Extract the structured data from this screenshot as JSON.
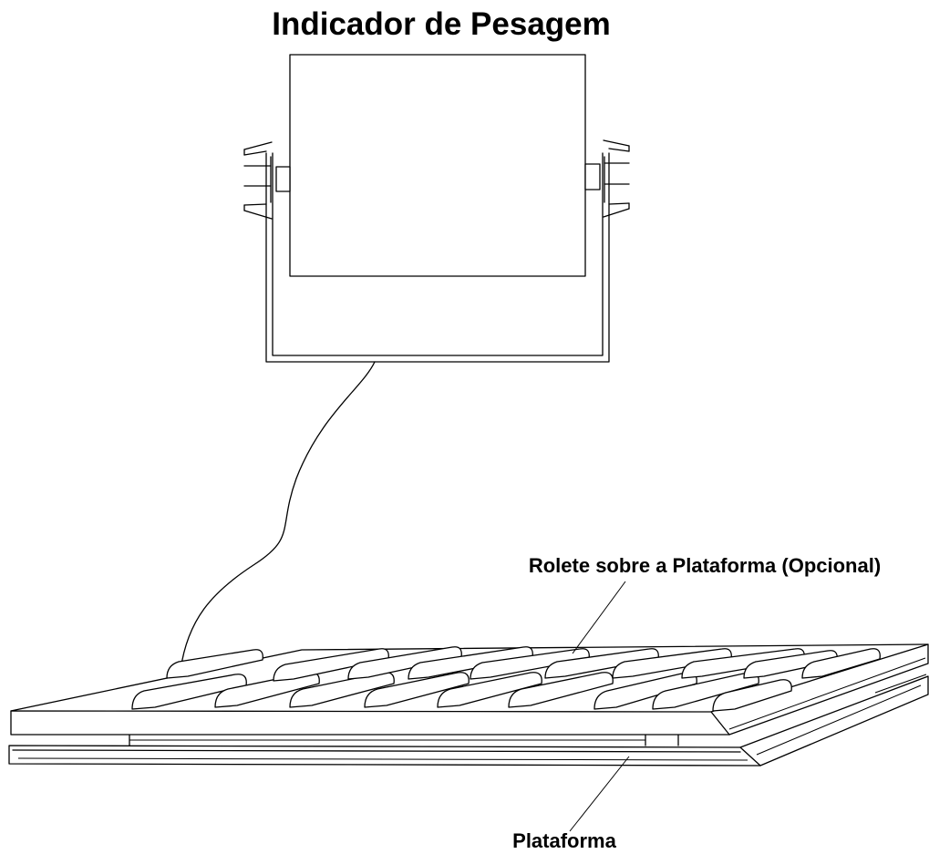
{
  "diagram": {
    "title": "Indicador de Pesagem",
    "roller_label": "Rolete sobre a Plataforma (Opcional)",
    "platform_label": "Plataforma"
  }
}
